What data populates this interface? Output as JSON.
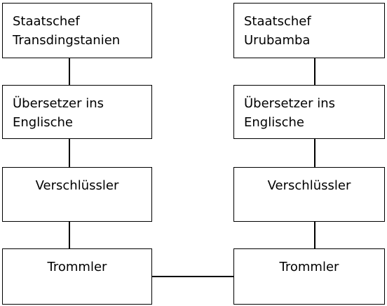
{
  "left_chain": {
    "head_of_state": "Staatschef\nTransdingstanien",
    "translator": "Übersetzer ins\nEnglische",
    "encryptor": "Verschlüssler",
    "drummer": "Trommler"
  },
  "right_chain": {
    "head_of_state": "Staatschef\nUrubamba",
    "translator": "Übersetzer ins\nEnglische",
    "encryptor": "Verschlüssler",
    "drummer": "Trommler"
  }
}
